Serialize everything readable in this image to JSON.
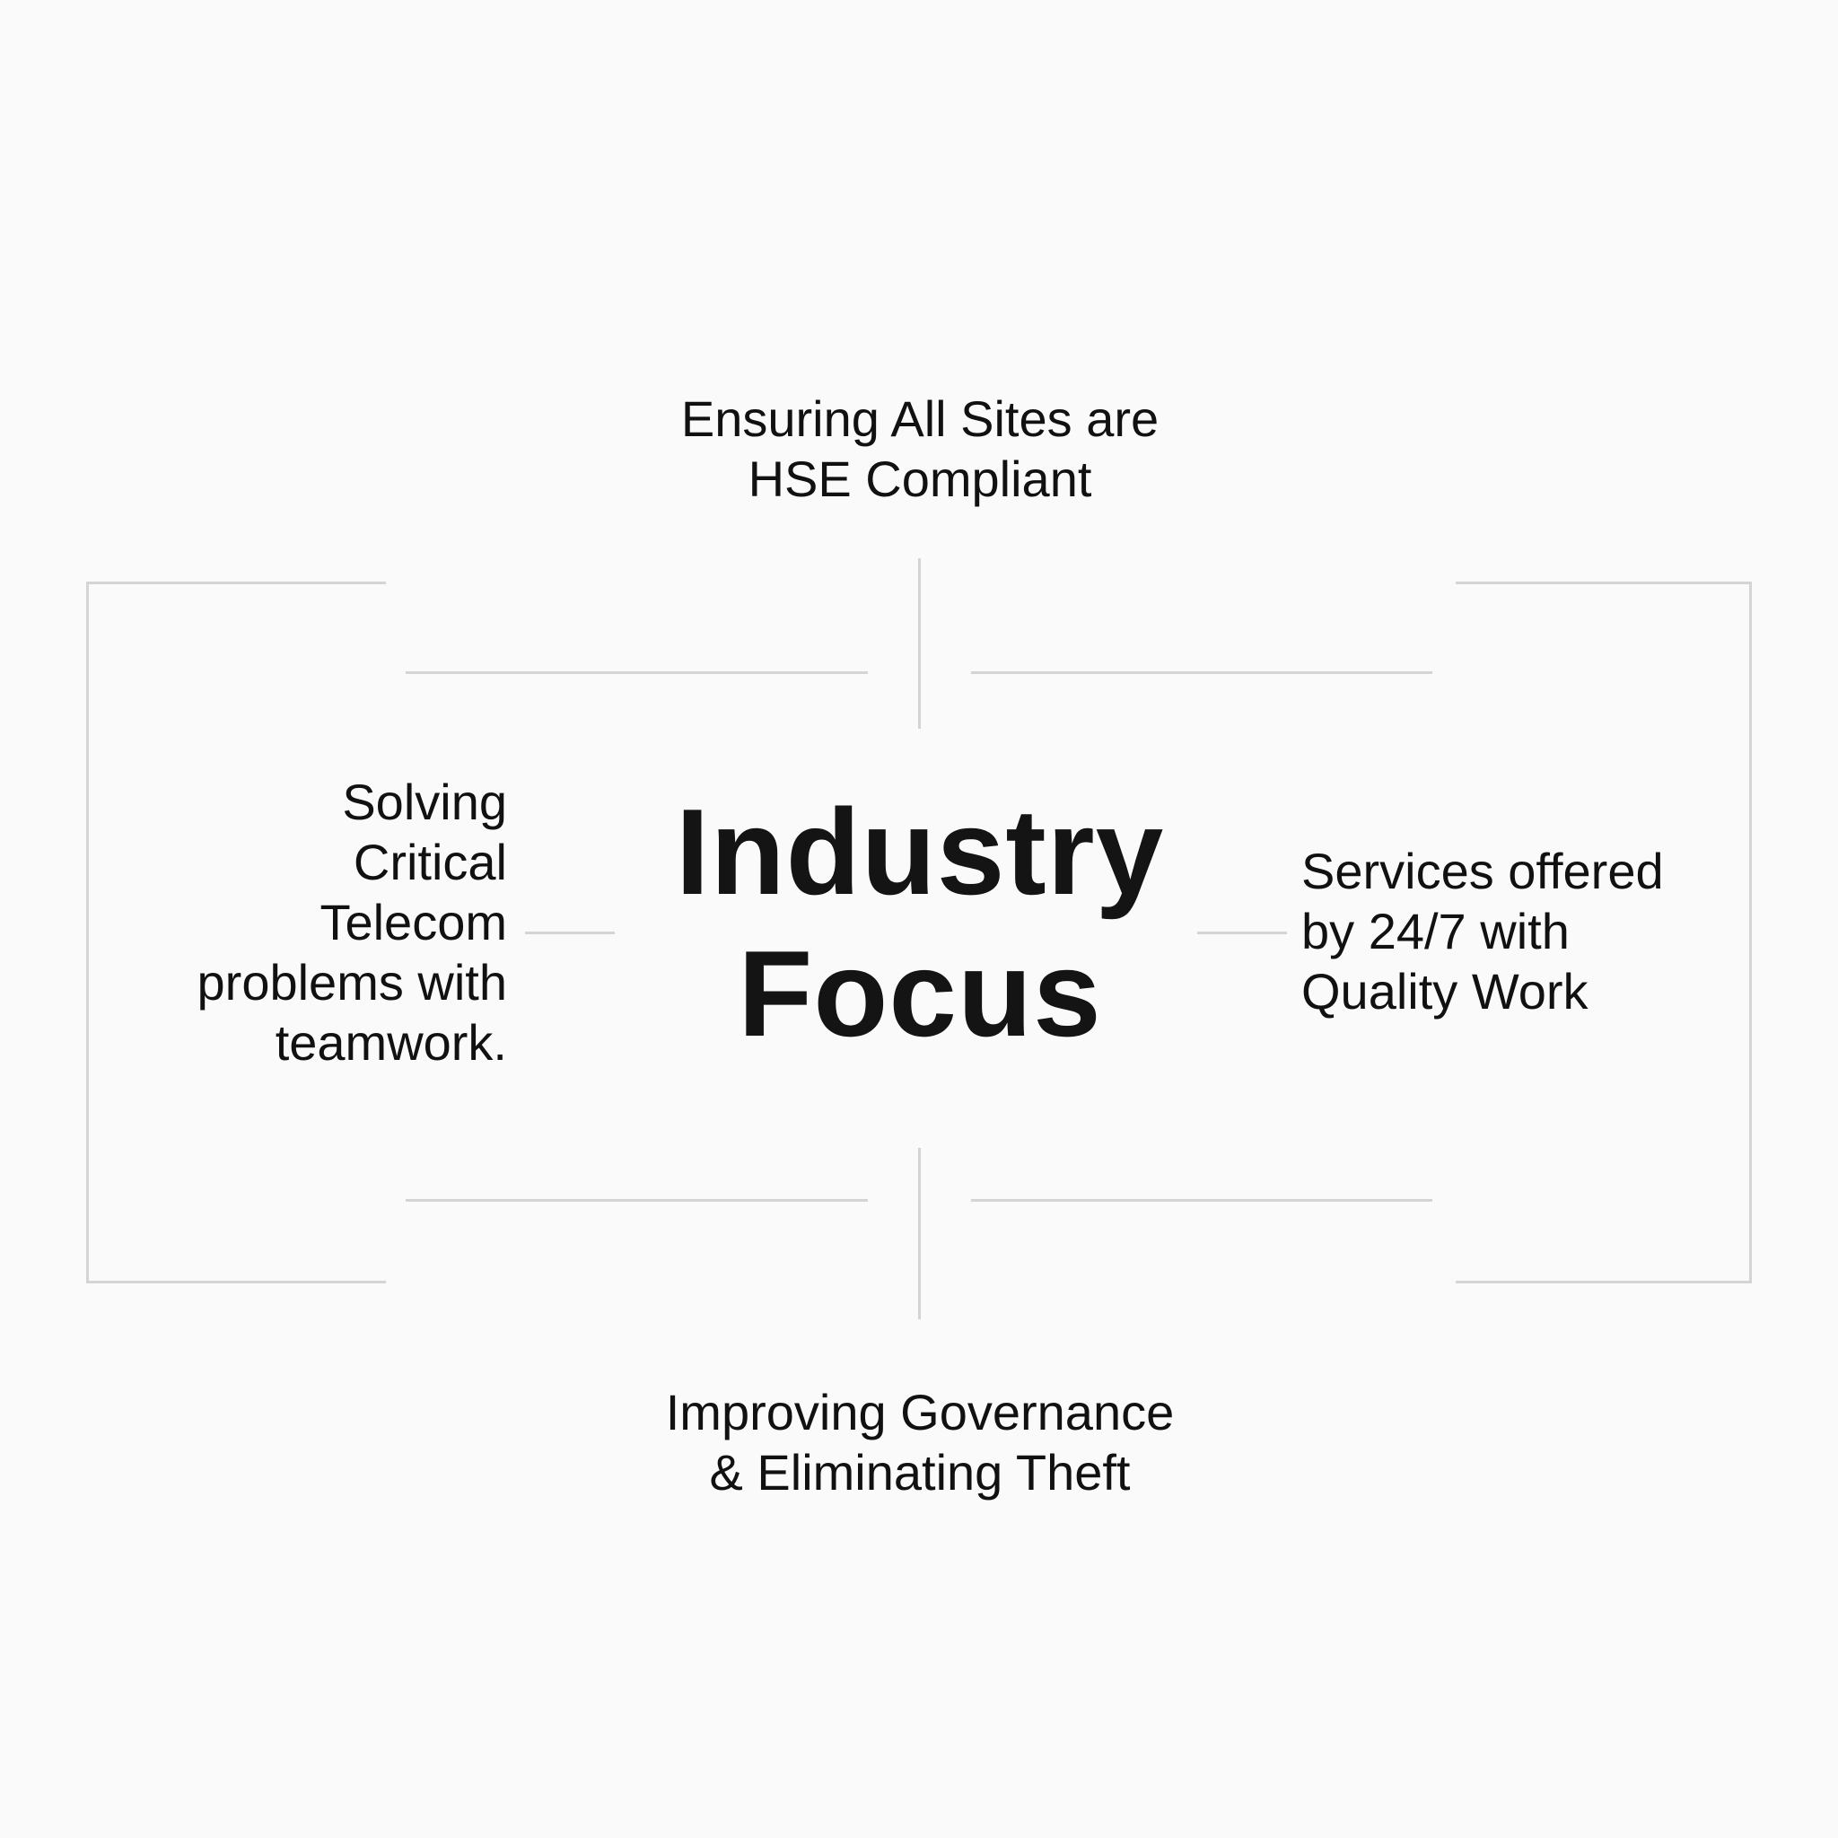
{
  "center": {
    "line1": "Industry",
    "line2": "Focus"
  },
  "top": {
    "line1": "Ensuring All Sites are",
    "line2": "HSE Compliant"
  },
  "left": {
    "line1": "Solving",
    "line2": "Critical",
    "line3": "Telecom",
    "line4": "problems with",
    "line5": "teamwork."
  },
  "right": {
    "line1": "Services offered",
    "line2": "by 24/7 with",
    "line3": "Quality Work"
  },
  "bottom": {
    "line1": "Improving Governance",
    "line2": "& Eliminating Theft"
  },
  "colors": {
    "background": "#fafafa",
    "text": "#111111",
    "lines": "#d4d4d4"
  }
}
